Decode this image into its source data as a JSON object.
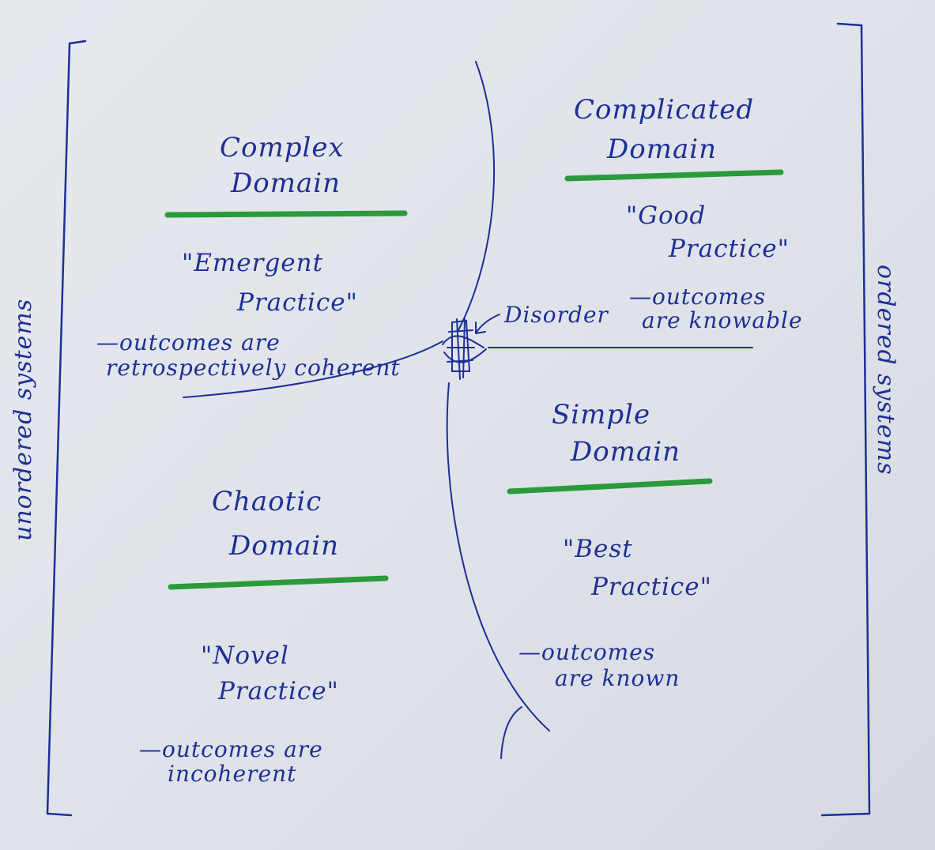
{
  "colors": {
    "ink": "#1e2f96",
    "accent": "#2a9a3c"
  },
  "side_labels": {
    "left": "unordered systems",
    "right": "ordered systems"
  },
  "center_label": "Disorder",
  "quadrants": {
    "complex": {
      "title_1": "Complex",
      "title_2": "Domain",
      "practice_1": "\"Emergent",
      "practice_2": "Practice\"",
      "outcome_1": "—outcomes are",
      "outcome_2": "retrospectively coherent"
    },
    "complicated": {
      "title_1": "Complicated",
      "title_2": "Domain",
      "practice_1": "\"Good",
      "practice_2": "Practice\"",
      "outcome_1": "—outcomes",
      "outcome_2": "are knowable"
    },
    "chaotic": {
      "title_1": "Chaotic",
      "title_2": "Domain",
      "practice_1": "\"Novel",
      "practice_2": "Practice\"",
      "outcome_1": "—outcomes are",
      "outcome_2": "incoherent"
    },
    "simple": {
      "title_1": "Simple",
      "title_2": "Domain",
      "practice_1": "\"Best",
      "practice_2": "Practice\"",
      "outcome_1": "—outcomes",
      "outcome_2": "are known"
    }
  }
}
